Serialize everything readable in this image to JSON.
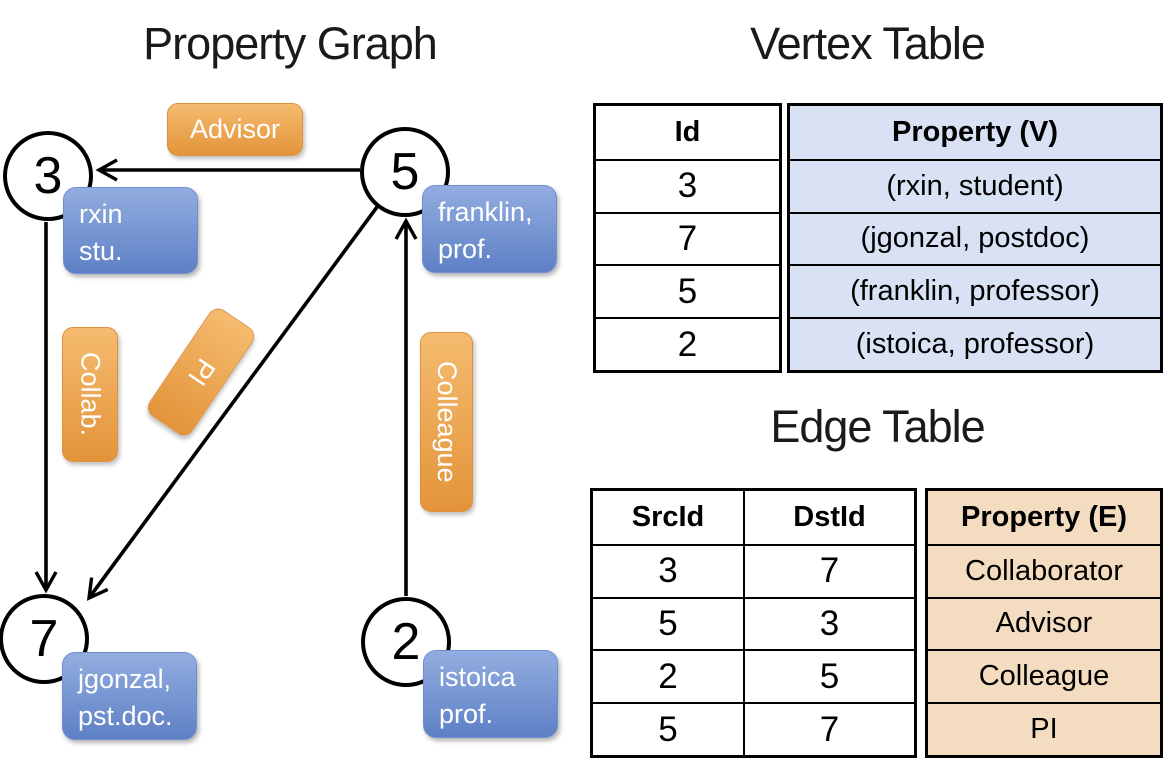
{
  "titles": {
    "property_graph": "Property Graph",
    "vertex_table": "Vertex Table",
    "edge_table": "Edge Table"
  },
  "graph": {
    "nodes": [
      {
        "id": "3",
        "property": [
          "rxin",
          "stu."
        ]
      },
      {
        "id": "5",
        "property": [
          "franklin,",
          "prof."
        ]
      },
      {
        "id": "7",
        "property": [
          "jgonzal,",
          "pst.doc."
        ]
      },
      {
        "id": "2",
        "property": [
          "istoica",
          "prof."
        ]
      }
    ],
    "edges": [
      {
        "src": "5",
        "dst": "3",
        "label": "Advisor"
      },
      {
        "src": "3",
        "dst": "7",
        "label": "Collab."
      },
      {
        "src": "5",
        "dst": "7",
        "label": "PI"
      },
      {
        "src": "2",
        "dst": "5",
        "label": "Colleague"
      }
    ]
  },
  "vertex_table": {
    "columns": [
      "Id",
      "Property (V)"
    ],
    "rows": [
      {
        "id": "3",
        "property": "(rxin, student)"
      },
      {
        "id": "7",
        "property": "(jgonzal, postdoc)"
      },
      {
        "id": "5",
        "property": "(franklin, professor)"
      },
      {
        "id": "2",
        "property": "(istoica, professor)"
      }
    ]
  },
  "edge_table": {
    "columns": [
      "SrcId",
      "DstId",
      "Property (E)"
    ],
    "rows": [
      {
        "src": "3",
        "dst": "7",
        "property": "Collaborator"
      },
      {
        "src": "5",
        "dst": "3",
        "property": "Advisor"
      },
      {
        "src": "2",
        "dst": "5",
        "property": "Colleague"
      },
      {
        "src": "5",
        "dst": "7",
        "property": "PI"
      }
    ]
  },
  "colors": {
    "vertex_box_top": "#92ade0",
    "vertex_box_bottom": "#5e80c5",
    "edge_box_top": "#f5bb6f",
    "edge_box_bottom": "#e3943a",
    "vertex_table_fill": "#d8e2f4",
    "edge_table_fill": "#f4dcc1",
    "line": "#000000",
    "background": "#ffffff"
  }
}
